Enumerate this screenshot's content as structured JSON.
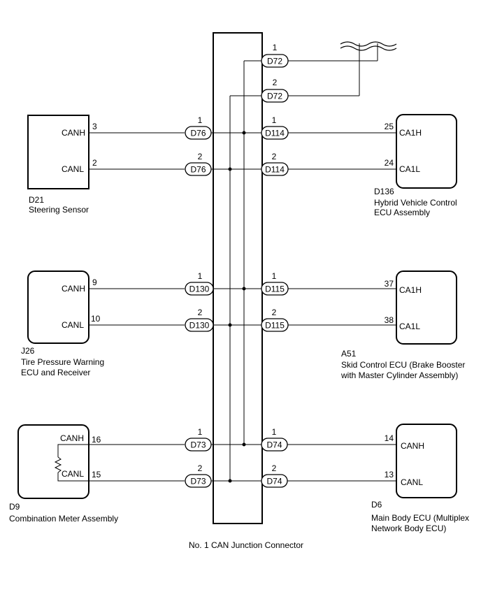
{
  "junction": {
    "label": "No. 1 CAN Junction Connector"
  },
  "left_components": [
    {
      "id": "D21",
      "code": "D21",
      "name_lines": [
        "Steering Sensor"
      ],
      "pins": [
        {
          "signal": "CANH",
          "pin": "3",
          "conn_pin": "1",
          "conn": "D76"
        },
        {
          "signal": "CANL",
          "pin": "2",
          "conn_pin": "2",
          "conn": "D76"
        }
      ]
    },
    {
      "id": "J26",
      "code": "J26",
      "name_lines": [
        "Tire Pressure Warning",
        "ECU and Receiver"
      ],
      "pins": [
        {
          "signal": "CANH",
          "pin": "9",
          "conn_pin": "1",
          "conn": "D130"
        },
        {
          "signal": "CANL",
          "pin": "10",
          "conn_pin": "2",
          "conn": "D130"
        }
      ]
    },
    {
      "id": "D9",
      "code": "D9",
      "name_lines": [
        "Combination Meter Assembly"
      ],
      "pins": [
        {
          "signal": "CANH",
          "pin": "16",
          "conn_pin": "1",
          "conn": "D73"
        },
        {
          "signal": "CANL",
          "pin": "15",
          "conn_pin": "2",
          "conn": "D73"
        }
      ]
    }
  ],
  "right_components": [
    {
      "id": "D136",
      "code": "D136",
      "name_lines": [
        "Hybrid Vehicle Control",
        "ECU Assembly"
      ],
      "pins": [
        {
          "signal": "CA1H",
          "pin": "25",
          "conn_pin": "1",
          "conn": "D114"
        },
        {
          "signal": "CA1L",
          "pin": "24",
          "conn_pin": "2",
          "conn": "D114"
        }
      ]
    },
    {
      "id": "A51",
      "code": "A51",
      "name_lines": [
        "Skid Control ECU (Brake Booster",
        "with Master Cylinder Assembly)"
      ],
      "pins": [
        {
          "signal": "CA1H",
          "pin": "37",
          "conn_pin": "1",
          "conn": "D115"
        },
        {
          "signal": "CA1L",
          "pin": "38",
          "conn_pin": "2",
          "conn": "D115"
        }
      ]
    },
    {
      "id": "D6",
      "code": "D6",
      "name_lines": [
        "Main Body ECU (Multiplex",
        "Network Body ECU)"
      ],
      "pins": [
        {
          "signal": "CANH",
          "pin": "14",
          "conn_pin": "1",
          "conn": "D74"
        },
        {
          "signal": "CANL",
          "pin": "13",
          "conn_pin": "2",
          "conn": "D74"
        }
      ]
    }
  ],
  "top_connectors": [
    {
      "conn": "D72",
      "conn_pin": "1"
    },
    {
      "conn": "D72",
      "conn_pin": "2"
    }
  ]
}
